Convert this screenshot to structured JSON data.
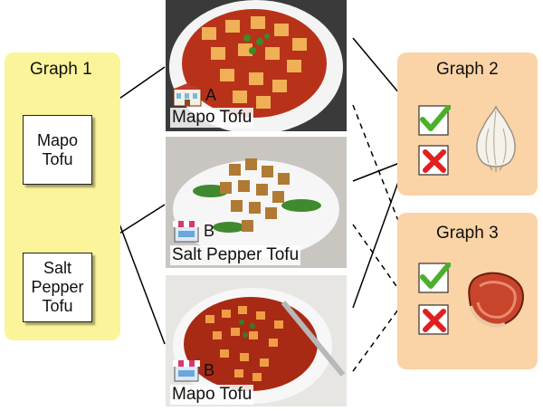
{
  "graph1": {
    "title": "Graph 1",
    "dishes": [
      {
        "line1": "Mapo",
        "line2": "Tofu",
        "line3": ""
      },
      {
        "line1": "Salt",
        "line2": "Pepper",
        "line3": "Tofu"
      }
    ]
  },
  "photos": [
    {
      "tag": "A",
      "caption": "Mapo Tofu",
      "icon": "restaurant-icon"
    },
    {
      "tag": "B",
      "caption": "Salt Pepper Tofu",
      "icon": "shop-icon"
    },
    {
      "tag": "B",
      "caption": "Mapo Tofu",
      "icon": "shop-icon"
    }
  ],
  "graph2": {
    "title": "Graph 2",
    "ingredient_icon": "garlic-icon"
  },
  "graph3": {
    "title": "Graph 3",
    "ingredient_icon": "steak-icon"
  },
  "colors": {
    "yellow_panel": "#fbf49a",
    "orange_panel": "#fad3a6",
    "check": "#4caf2a",
    "cross": "#e02020"
  }
}
